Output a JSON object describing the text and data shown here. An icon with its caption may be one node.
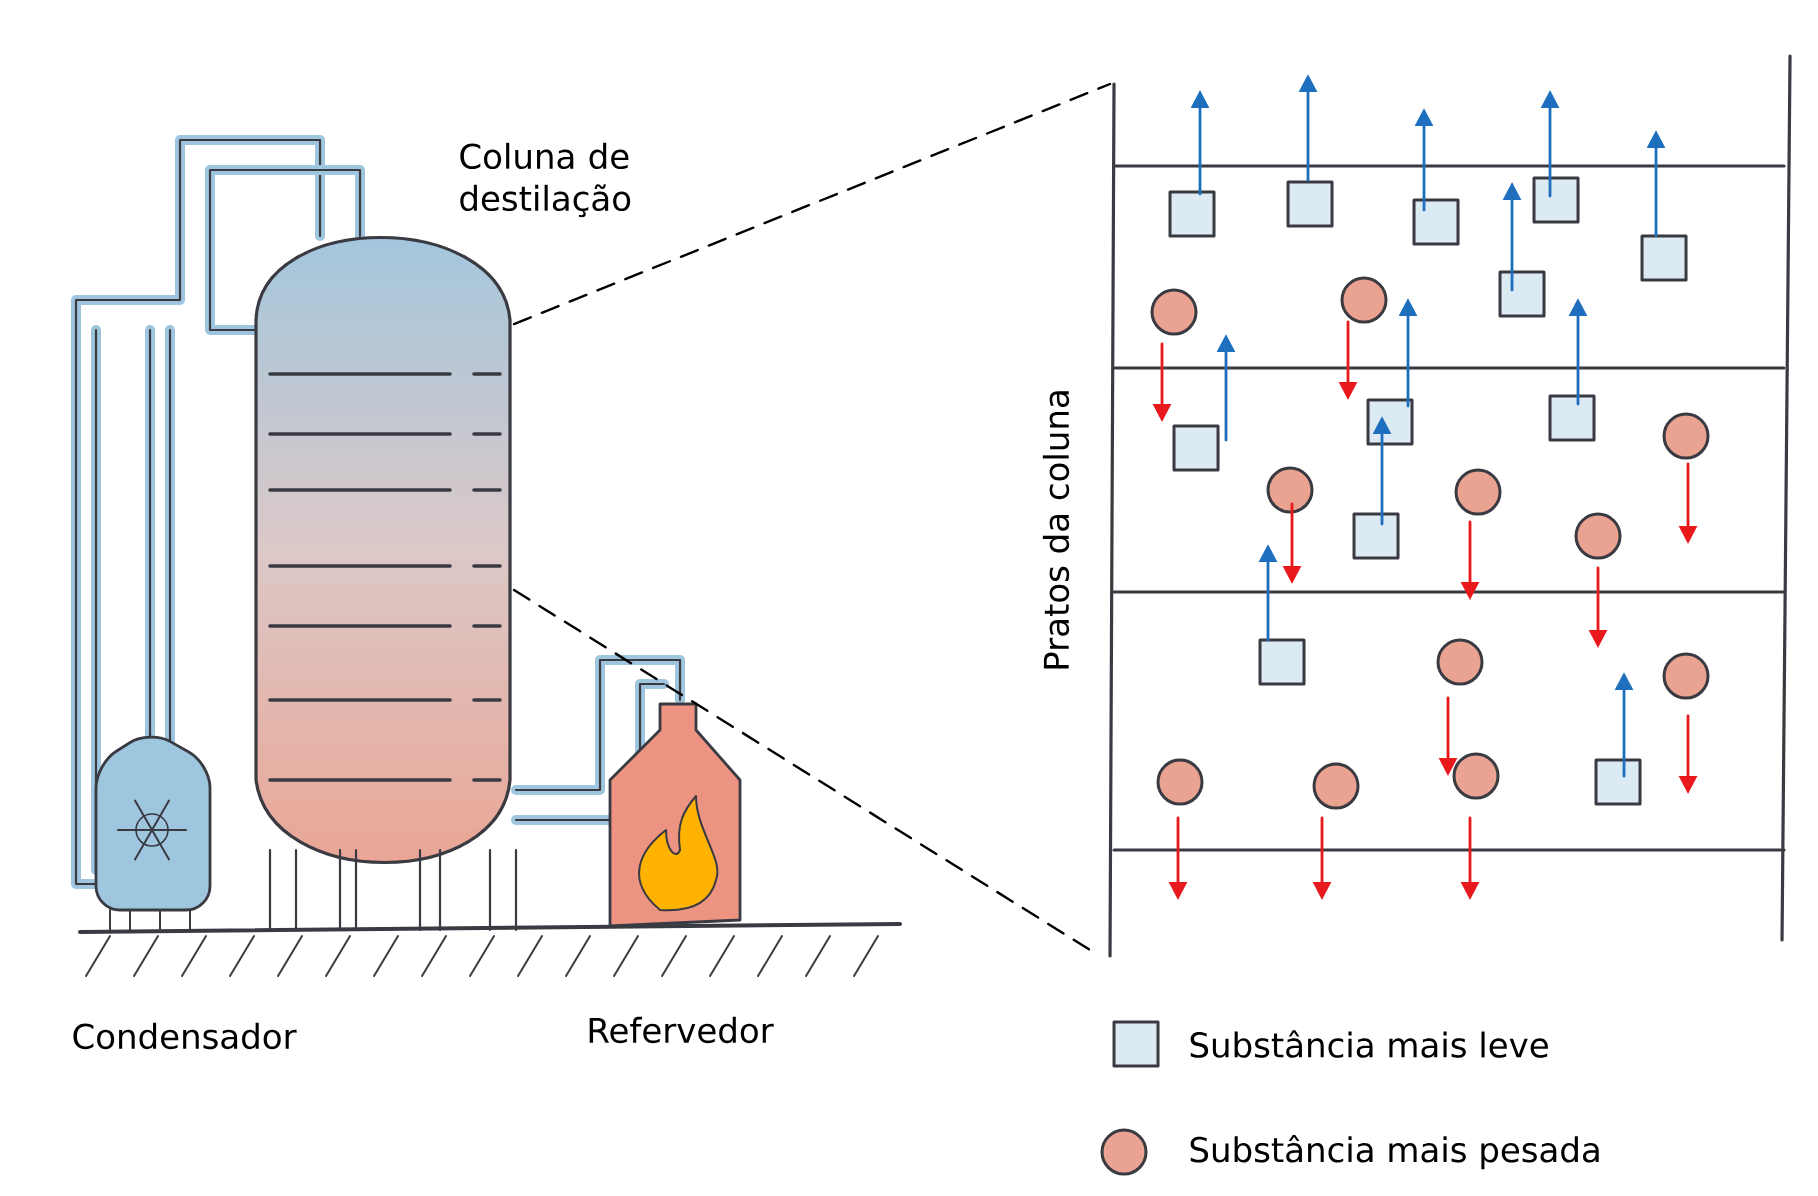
{
  "diagram": {
    "labels": [
      "Coluna de destilação",
      "Condensador",
      "Refervedor",
      "Pratos da coluna"
    ],
    "legend": [
      {
        "text": "Substância mais leve"
      },
      {
        "text": "Substância mais pesada"
      }
    ]
  }
}
